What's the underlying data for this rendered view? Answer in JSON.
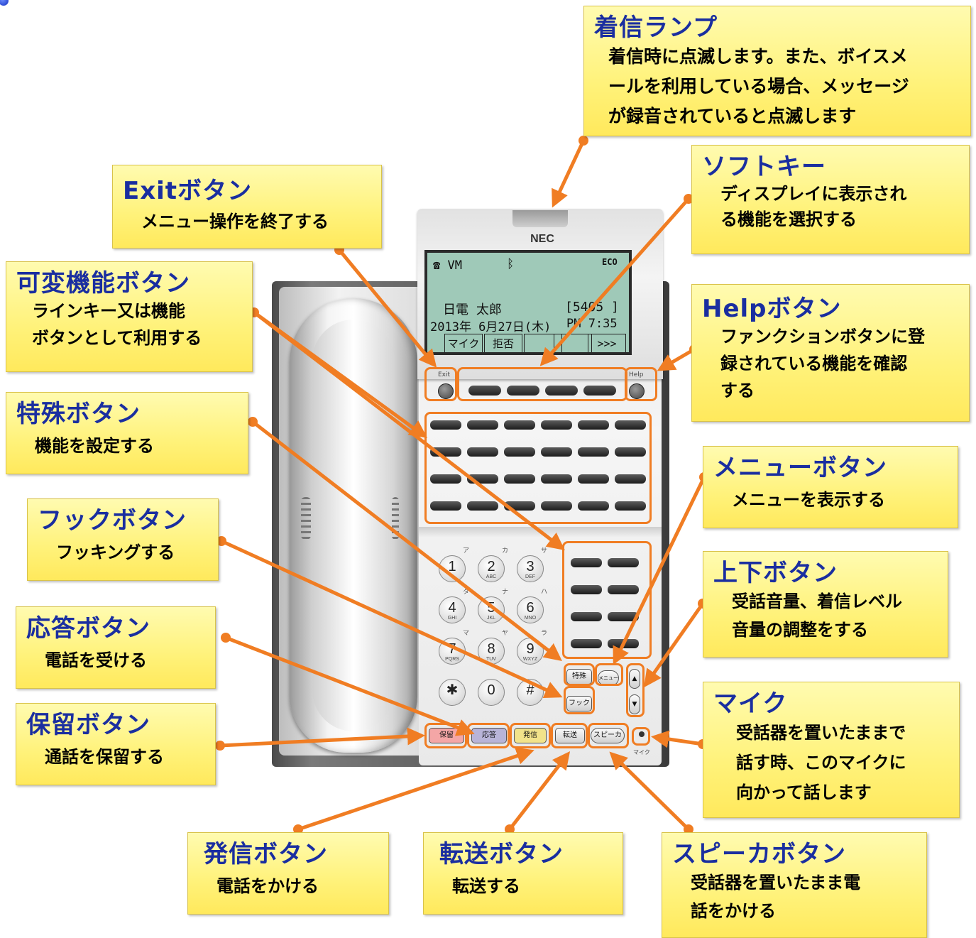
{
  "phone": {
    "brand": "NEC",
    "lcd": {
      "status_vm": "VM",
      "name_row": "日電  太郎",
      "ext_row": "[5405  ]",
      "date_row": "2013年 6月27日(木)",
      "time_row": "PM  7:35",
      "softkeys": [
        "マイク",
        "拒否",
        "",
        "",
        ">>>"
      ]
    },
    "exit_label": "Exit",
    "help_label": "Help",
    "keypad": [
      {
        "digit": "1",
        "letters": ""
      },
      {
        "digit": "2",
        "letters": "ABC"
      },
      {
        "digit": "3",
        "letters": "DEF"
      },
      {
        "digit": "4",
        "letters": "GHI"
      },
      {
        "digit": "5",
        "letters": "JKL"
      },
      {
        "digit": "6",
        "letters": "MNO"
      },
      {
        "digit": "7",
        "letters": "PQRS"
      },
      {
        "digit": "8",
        "letters": "TUV"
      },
      {
        "digit": "9",
        "letters": "WXYZ"
      },
      {
        "digit": "✱",
        "letters": ""
      },
      {
        "digit": "0",
        "letters": ""
      },
      {
        "digit": "#",
        "letters": ""
      }
    ],
    "kana_marks": [
      "ア",
      "カ",
      "サ",
      "タ",
      "ナ",
      "ハ",
      "マ",
      "ヤ",
      "ラ"
    ],
    "special_label": "特殊",
    "menu_label": "メニュー",
    "hook_label": "フック",
    "hold_label": "保留",
    "answer_label": "応答",
    "dial_label": "発信",
    "transfer_label": "転送",
    "speaker_label": "スピーカ",
    "mic_label": "マイク",
    "up_glyph": "▲",
    "down_glyph": "▼"
  },
  "callouts": {
    "incoming_lamp": {
      "title": "着信ランプ",
      "desc": "着信時に点滅します。また、ボイスメ\nールを利用している場合、メッセージ\nが録音されていると点滅します"
    },
    "exit": {
      "title": "Exitボタン",
      "desc": "メニュー操作を終了する"
    },
    "softkey": {
      "title": "ソフトキー",
      "desc": "ディスプレイに表示され\nる機能を選択する"
    },
    "variable": {
      "title": "可変機能ボタン",
      "desc": "ラインキー又は機能\nボタンとして利用する"
    },
    "help": {
      "title": "Helpボタン",
      "desc": "ファンクションボタンに登\n録されている機能を確認\nする"
    },
    "special": {
      "title": "特殊ボタン",
      "desc": "機能を設定する"
    },
    "menu": {
      "title": "メニューボタン",
      "desc": "メニューを表示する"
    },
    "hook": {
      "title": "フックボタン",
      "desc": "フッキングする"
    },
    "updown": {
      "title": "上下ボタン",
      "desc": "受話音量、着信レベル\n音量の調整をする"
    },
    "answer": {
      "title": "応答ボタン",
      "desc": "電話を受ける"
    },
    "mic": {
      "title": "マイク",
      "desc": "受話器を置いたままで\n話す時、このマイクに\n向かって話します"
    },
    "hold": {
      "title": "保留ボタン",
      "desc": "通話を保留する"
    },
    "dial": {
      "title": "発信ボタン",
      "desc": "電話をかける"
    },
    "transfer": {
      "title": "転送ボタン",
      "desc": "転送する"
    },
    "speaker": {
      "title": "スピーカボタン",
      "desc": "受話器を置いたまま電\n話をかける"
    }
  },
  "colors": {
    "title_blue": "#1a2ea0",
    "accent_orange": "#f07d23",
    "callout_yellow": "#fff27a",
    "hold_pink": "#f4a6a6",
    "answer_purple": "#b8b4d8",
    "dial_yellow": "#f2e38a"
  }
}
